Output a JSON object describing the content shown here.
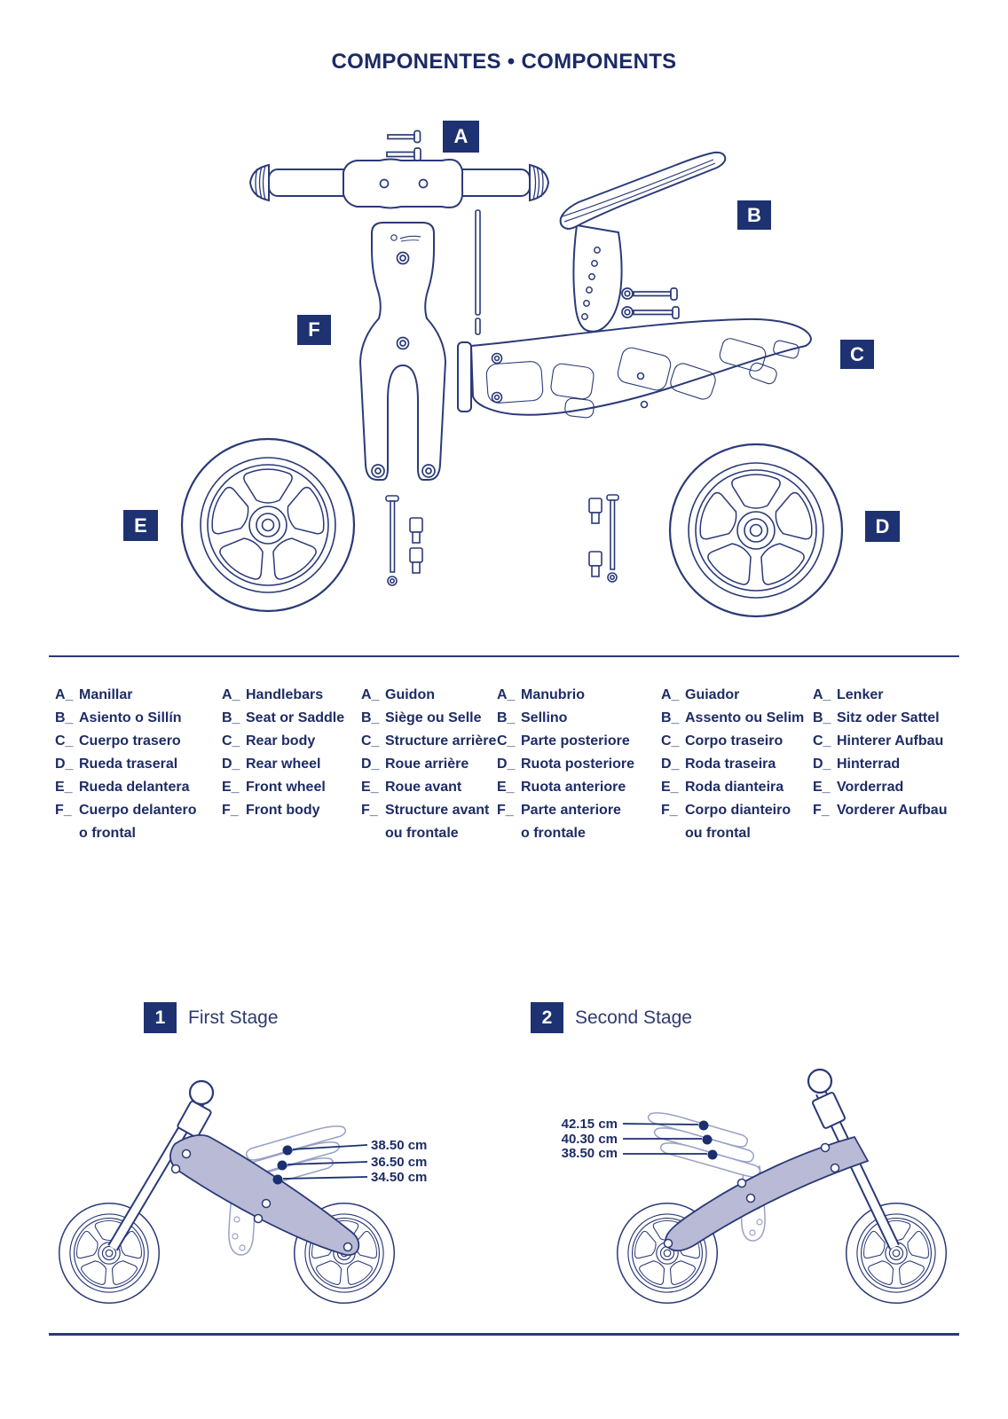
{
  "title": "COMPONENTES • COMPONENTS",
  "part_labels": {
    "a": "A",
    "b": "B",
    "c": "C",
    "d": "D",
    "e": "E",
    "f": "F"
  },
  "parts_list": {
    "columns": [
      {
        "lang": "spanish",
        "items": [
          {
            "key": "A_",
            "name": "Manillar"
          },
          {
            "key": "B_",
            "name": "Asiento o Sillín"
          },
          {
            "key": "C_",
            "name": "Cuerpo trasero"
          },
          {
            "key": "D_",
            "name": "Rueda traseral"
          },
          {
            "key": "E_",
            "name": "Rueda delantera"
          },
          {
            "key": "F_",
            "name": "Cuerpo delantero",
            "name2": "o frontal"
          }
        ]
      },
      {
        "lang": "english",
        "items": [
          {
            "key": "A_",
            "name": "Handlebars"
          },
          {
            "key": "B_",
            "name": "Seat or Saddle"
          },
          {
            "key": "C_",
            "name": "Rear body"
          },
          {
            "key": "D_",
            "name": "Rear wheel"
          },
          {
            "key": "E_",
            "name": "Front wheel"
          },
          {
            "key": "F_",
            "name": "Front body"
          }
        ]
      },
      {
        "lang": "french",
        "items": [
          {
            "key": "A_",
            "name": "Guidon"
          },
          {
            "key": "B_",
            "name": "Siège ou Selle"
          },
          {
            "key": "C_",
            "name": "Structure arrière"
          },
          {
            "key": "D_",
            "name": "Roue arrière"
          },
          {
            "key": "E_",
            "name": "Roue avant"
          },
          {
            "key": "F_",
            "name": "Structure avant",
            "name2": "ou frontale"
          }
        ]
      },
      {
        "lang": "italian",
        "items": [
          {
            "key": "A_",
            "name": "Manubrio"
          },
          {
            "key": "B_",
            "name": "Sellino"
          },
          {
            "key": "C_",
            "name": "Parte posteriore"
          },
          {
            "key": "D_",
            "name": "Ruota posteriore"
          },
          {
            "key": "E_",
            "name": "Ruota anteriore"
          },
          {
            "key": "F_",
            "name": "Parte anteriore",
            "name2": "o frontale"
          }
        ]
      },
      {
        "lang": "portuguese",
        "items": [
          {
            "key": "A_",
            "name": "Guiador"
          },
          {
            "key": "B_",
            "name": "Assento ou Selim"
          },
          {
            "key": "C_",
            "name": "Corpo traseiro"
          },
          {
            "key": "D_",
            "name": "Roda traseira"
          },
          {
            "key": "E_",
            "name": "Roda dianteira"
          },
          {
            "key": "F_",
            "name": "Corpo dianteiro",
            "name2": "ou frontal"
          }
        ]
      },
      {
        "lang": "german",
        "items": [
          {
            "key": "A_",
            "name": "Lenker"
          },
          {
            "key": "B_",
            "name": "Sitz oder Sattel"
          },
          {
            "key": "C_",
            "name": "Hinterer Aufbau"
          },
          {
            "key": "D_",
            "name": "Hinterrad"
          },
          {
            "key": "E_",
            "name": "Vorderrad"
          },
          {
            "key": "F_",
            "name": "Vorderer Aufbau"
          }
        ]
      }
    ]
  },
  "stages": [
    {
      "number": "1",
      "title": "First Stage",
      "measurements": [
        "38.50 cm",
        "36.50 cm",
        "34.50 cm"
      ]
    },
    {
      "number": "2",
      "title": "Second Stage",
      "measurements": [
        "42.15 cm",
        "40.30 cm",
        "38.50 cm"
      ]
    }
  ],
  "colors": {
    "navy": "#1e3272",
    "line": "#2b3a78",
    "text": "#1e2c66",
    "lavender": "#b8bad6",
    "ghost": "#99a1c6"
  }
}
